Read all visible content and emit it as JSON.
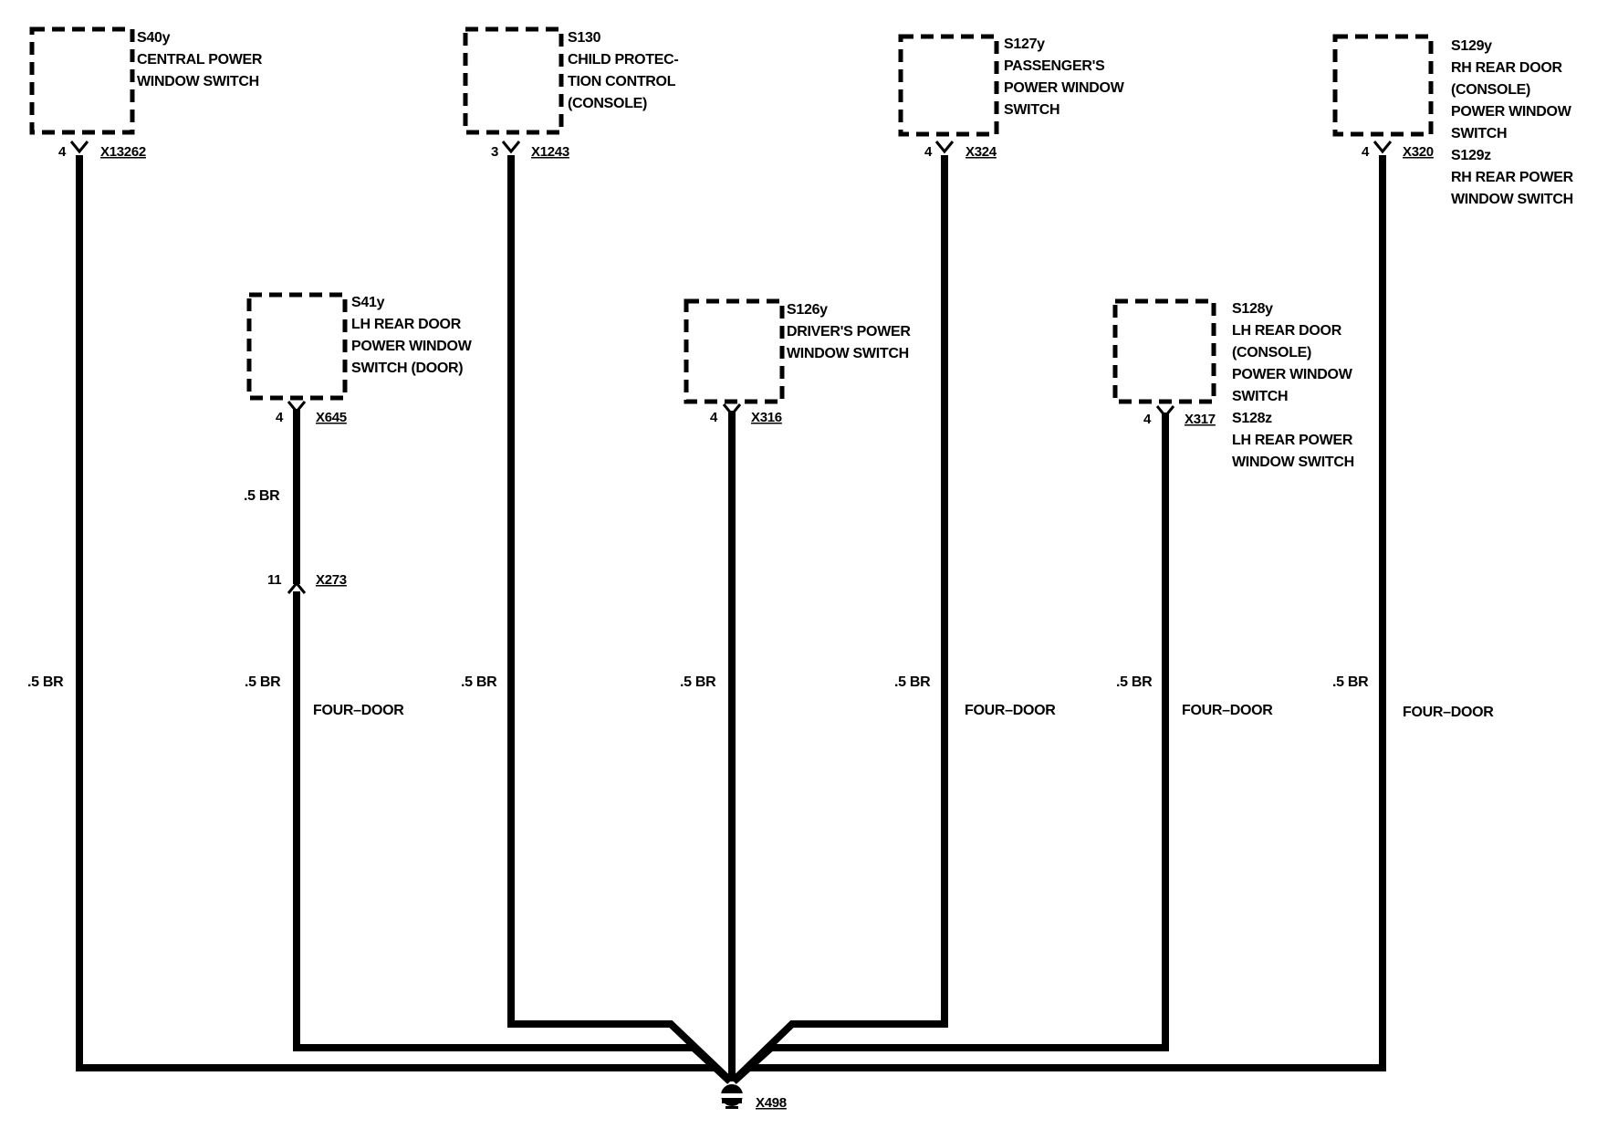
{
  "components": [
    {
      "id": "S40y",
      "lines": [
        "S40y",
        "CENTRAL POWER",
        "WINDOW SWITCH"
      ],
      "pin": "4",
      "connector": "X13262",
      "wire": ".5 BR",
      "note": ""
    },
    {
      "id": "S130",
      "lines": [
        "S130",
        "CHILD PROTEC-",
        "TION CONTROL",
        "(CONSOLE)"
      ],
      "pin": "3",
      "connector": "X1243",
      "wire": ".5 BR",
      "note": ""
    },
    {
      "id": "S127y",
      "lines": [
        "S127y",
        "PASSENGER'S",
        "POWER WINDOW",
        "SWITCH"
      ],
      "pin": "4",
      "connector": "X324",
      "wire": ".5 BR",
      "note": "FOUR–DOOR"
    },
    {
      "id": "S129y",
      "lines": [
        "S129y",
        "RH REAR DOOR",
        "(CONSOLE)",
        "POWER WINDOW",
        "SWITCH",
        "S129z",
        "RH REAR POWER",
        "WINDOW SWITCH"
      ],
      "pin": "4",
      "connector": "X320",
      "wire": ".5 BR",
      "note": "FOUR–DOOR"
    },
    {
      "id": "S41y",
      "lines": [
        "S41y",
        "LH REAR DOOR",
        "POWER WINDOW",
        "SWITCH (DOOR)"
      ],
      "pin": "4",
      "connector": "X645",
      "wire": ".5 BR",
      "wire_upper": ".5 BR",
      "inline_pin": "11",
      "inline_connector": "X273",
      "note": "FOUR–DOOR"
    },
    {
      "id": "S126y",
      "lines": [
        "S126y",
        "DRIVER'S POWER",
        "WINDOW SWITCH"
      ],
      "pin": "4",
      "connector": "X316",
      "wire": ".5 BR",
      "note": ""
    },
    {
      "id": "S128y",
      "lines": [
        "S128y",
        "LH REAR DOOR",
        "(CONSOLE)",
        "POWER WINDOW",
        "SWITCH",
        "S128z",
        "LH REAR POWER",
        "WINDOW SWITCH"
      ],
      "pin": "4",
      "connector": "X317",
      "wire": ".5 BR",
      "note": "FOUR–DOOR"
    }
  ],
  "ground": {
    "connector": "X498",
    "icon": "ground-icon"
  }
}
